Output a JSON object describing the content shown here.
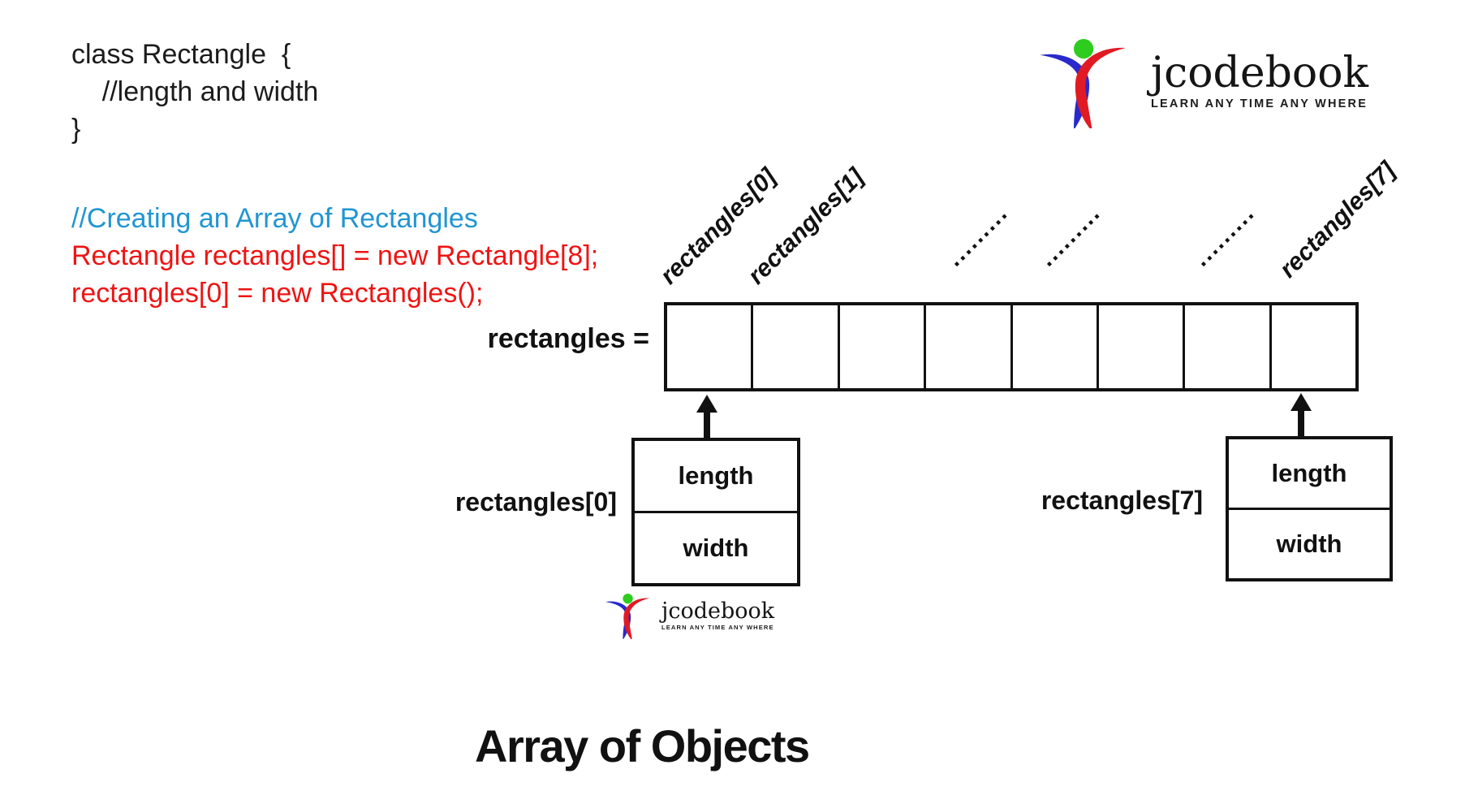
{
  "code_block": {
    "class_def": [
      "class Rectangle  {",
      "    //length and width",
      "}"
    ],
    "comment": "//Creating an Array of Rectangles",
    "statements": [
      "Rectangle rectangles[] = new Rectangle[8];",
      "rectangles[0] = new Rectangles();"
    ]
  },
  "brand": {
    "name": "jcodebook",
    "tagline": "LEARN ANY TIME ANY WHERE"
  },
  "diagram": {
    "array_assign_label": "rectangles =",
    "cell_count": 8,
    "top_labels": [
      "rectangles[0]",
      "rectangles[1]",
      ".........",
      ".........",
      ".........",
      "rectangles[7]"
    ],
    "objects": [
      {
        "label": "rectangles[0]",
        "fields": [
          "length",
          "width"
        ]
      },
      {
        "label": "rectangles[7]",
        "fields": [
          "length",
          "width"
        ]
      }
    ]
  },
  "title": "Array of Objects",
  "colors": {
    "comment_blue": "#2196d1",
    "code_red": "#ee1414",
    "logo_blue": "#2929cc",
    "logo_red": "#e01b24",
    "logo_green": "#2ecc1e",
    "ink": "#111111"
  }
}
